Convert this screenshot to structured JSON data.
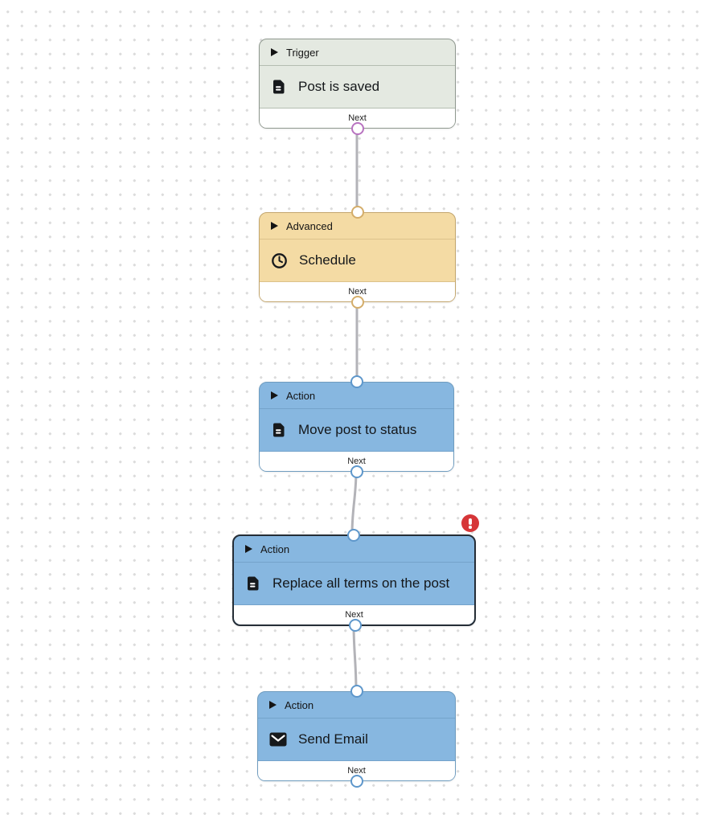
{
  "canvas": {
    "background": "#ffffff",
    "dot_color": "#dcdcdc",
    "edge_color": "#b3b3b8"
  },
  "nodes": [
    {
      "category": "Trigger",
      "title": "Post is saved",
      "icon": "document-icon",
      "footer_label": "Next",
      "has_error": false,
      "colors": {
        "fill": "#e4e9e1",
        "border": "#8f988f",
        "separator": "#b4bdb1",
        "handle": "#b873c0"
      }
    },
    {
      "category": "Advanced",
      "title": "Schedule",
      "icon": "clock-icon",
      "footer_label": "Next",
      "has_error": false,
      "colors": {
        "fill": "#f4dba4",
        "border": "#c3a66d",
        "separator": "#dcc28b",
        "handle": "#d4ad6a"
      }
    },
    {
      "category": "Action",
      "title": "Move post to status",
      "icon": "document-icon",
      "footer_label": "Next",
      "has_error": false,
      "colors": {
        "fill": "#87b7e0",
        "border": "#6f9cbf",
        "separator": "#74a3cb",
        "handle": "#5e97cb"
      }
    },
    {
      "category": "Action",
      "title": "Replace all terms on the post",
      "icon": "document-icon",
      "footer_label": "Next",
      "has_error": true,
      "error_badge": {
        "icon": "exclamation-icon",
        "color": "#d63638"
      },
      "colors": {
        "fill": "#87b7e0",
        "border": "#252d36",
        "separator": "#74a3cb",
        "handle": "#5e97cb"
      }
    },
    {
      "category": "Action",
      "title": "Send Email",
      "icon": "mail-icon",
      "footer_label": "Next",
      "has_error": false,
      "colors": {
        "fill": "#87b7e0",
        "border": "#6f9cbf",
        "separator": "#74a3cb",
        "handle": "#5e97cb"
      }
    }
  ]
}
